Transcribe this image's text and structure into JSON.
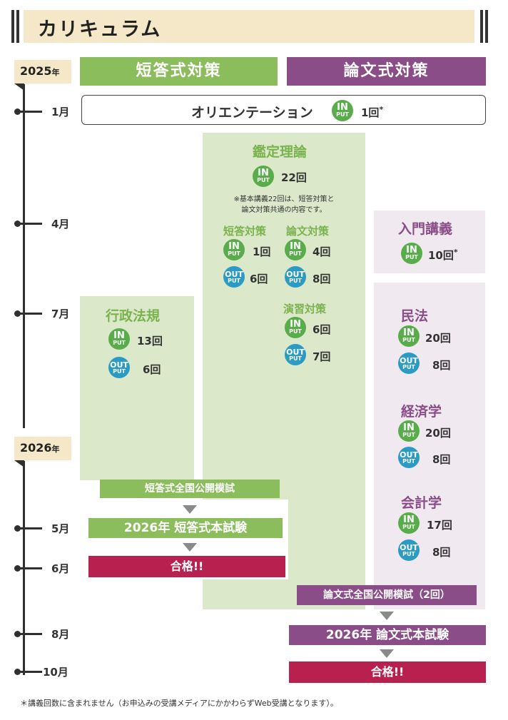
{
  "header": {
    "title": "カリキュラム"
  },
  "timeline": {
    "years": [
      "2025",
      "2026"
    ],
    "year_suffix": "年",
    "months": [
      "1月",
      "4月",
      "7月",
      "5月",
      "6月",
      "8月",
      "10月"
    ]
  },
  "columns": {
    "short": "短答式対策",
    "essay": "論文式対策"
  },
  "orientation": {
    "label": "オリエンテーション",
    "count": "1回",
    "mark": "*"
  },
  "badge": {
    "in_top": "IN",
    "out_top": "OUT",
    "bottom": "PUT"
  },
  "kantei": {
    "title": "鑑定理論",
    "input_count": "22回",
    "note1": "※基本講義22回は、短答対策と",
    "note2": "論文対策共通の内容です。",
    "short": {
      "title": "短答対策",
      "input": "1回",
      "output": "6回"
    },
    "essay": {
      "title": "論文対策",
      "input": "4回",
      "output": "8回"
    },
    "practice": {
      "title": "演習対策",
      "input": "6回",
      "output": "7回"
    }
  },
  "gyosei": {
    "title": "行政法規",
    "input": "13回",
    "output": "6回"
  },
  "nyumon": {
    "title": "入門講義",
    "input": "10回",
    "mark": "*"
  },
  "minpo": {
    "title": "民法",
    "input": "20回",
    "output": "8回"
  },
  "keizai": {
    "title": "経済学",
    "input": "20回",
    "output": "8回"
  },
  "kaikei": {
    "title": "会計学",
    "input": "17回",
    "output": "8回"
  },
  "events": {
    "short_mock": "短答式全国公開模試",
    "short_exam": "2026年 短答式本試験",
    "short_pass": "合格!!",
    "essay_mock": "論文式全国公開模試（2回）",
    "essay_exam": "2026年 論文式本試験",
    "essay_pass": "合格!!"
  },
  "footnote": "＊講義回数に含まれません（お申込みの受講メディアにかかわらずWeb受講となります）。",
  "colors": {
    "green": "#8bbd5c",
    "purple": "#8a4d87",
    "crimson": "#b8204f",
    "input": "#58ad4a",
    "output": "#2b9bc4"
  }
}
